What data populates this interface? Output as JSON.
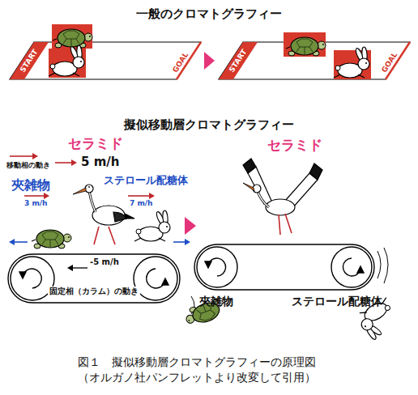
{
  "diagram": {
    "title": "一般のクロマトグラフィー",
    "caption": "図１　擬似移動層クロマトグラフィーの原理図 （オルガノ社パンフレットより改変して引用）",
    "nodes": [
      {
        "text": [
          "START",
          "GOAL"
        ]
      },
      {
        "text": [
          "START",
          "GOAL"
        ]
      },
      {
        "text": [
          "-5 m/h",
          "固定相（カラム）の動き"
        ]
      }
    ],
    "labels": [
      "擬似移動層クロマトグラフィー",
      "移動相の動き",
      "セラミド",
      "5 m/h",
      "夾雑物",
      "3 m/h",
      "ステロール配糖体",
      "7 m/h",
      "セラミド",
      "夾雑物",
      "ステロール配糖体"
    ]
  }
}
